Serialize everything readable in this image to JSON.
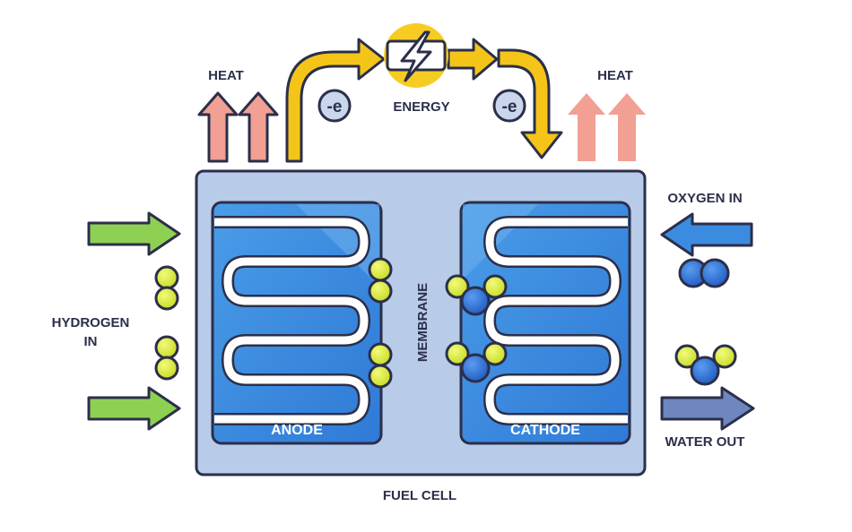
{
  "title": "FUEL CELL",
  "labels": {
    "heat_left": "HEAT",
    "heat_right": "HEAT",
    "energy": "ENERGY",
    "electron_left": "-e",
    "electron_right": "-e",
    "oxygen_in": "OXYGEN IN",
    "hydrogen_in_line1": "HYDROGEN",
    "hydrogen_in_line2": "IN",
    "membrane": "MEMBRANE",
    "anode": "ANODE",
    "cathode": "CATHODE",
    "water_out": "WATER OUT",
    "fuel_cell": "FUEL CELL"
  },
  "colors": {
    "outline": "#2b2f4a",
    "cell_body": "#b8cbe8",
    "electrode_blue": "#3f8fe0",
    "hydrogen_arrow": "#8ed152",
    "oxygen_arrow": "#3b8ce0",
    "water_arrow": "#6f87bf",
    "heat_arrow": "#f2a094",
    "electron_arrow": "#f5c418",
    "hydrogen_atom": "#d7e83a",
    "oxygen_atom": "#2a6fd6"
  },
  "icons": {
    "energy": "lightning-bolt-icon"
  }
}
